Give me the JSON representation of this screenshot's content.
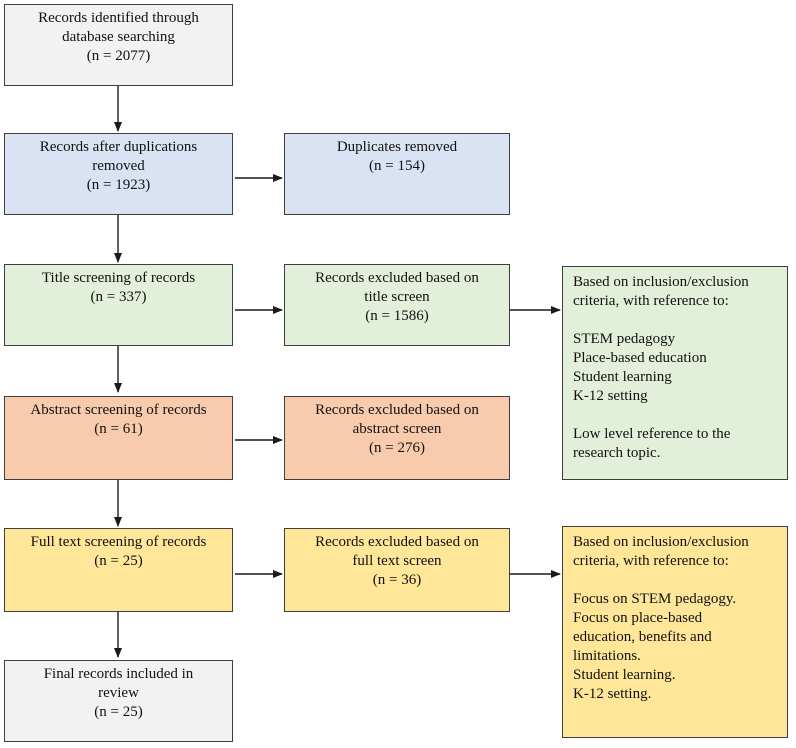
{
  "colors": {
    "gray": "#f2f2f2",
    "blue": "#dae3f3",
    "green": "#e2f0d9",
    "orange": "#f8cbad",
    "yellow": "#ffe699",
    "border": "#3f3f3f",
    "arrow": "#1a1a1a"
  },
  "boxes": {
    "identified": {
      "lines": [
        "Records identified through",
        "database searching",
        "(n = 2077)"
      ]
    },
    "after_duplicates": {
      "lines": [
        "Records after duplications",
        "removed",
        "(n = 1923)"
      ]
    },
    "duplicates_removed": {
      "lines": [
        "Duplicates removed",
        "(n = 154)"
      ]
    },
    "title_screening": {
      "lines": [
        "Title screening of records",
        "(n = 337)"
      ]
    },
    "title_excluded": {
      "lines": [
        "Records excluded based on",
        "title screen",
        "(n = 1586)"
      ]
    },
    "title_criteria": {
      "lines": [
        "Based on inclusion/exclusion",
        "criteria, with reference to:",
        "",
        "STEM pedagogy",
        "Place-based education",
        "Student learning",
        "K-12 setting",
        "",
        "Low level reference to the",
        "research topic."
      ]
    },
    "abstract_screening": {
      "lines": [
        "Abstract screening of records",
        "(n = 61)"
      ]
    },
    "abstract_excluded": {
      "lines": [
        "Records excluded based on",
        "abstract screen",
        "(n = 276)"
      ]
    },
    "fulltext_screening": {
      "lines": [
        "Full text screening of records",
        "(n = 25)"
      ]
    },
    "fulltext_excluded": {
      "lines": [
        "Records excluded based on",
        "full text screen",
        "(n = 36)"
      ]
    },
    "fulltext_criteria": {
      "lines": [
        "Based on inclusion/exclusion",
        "criteria, with reference to:",
        "",
        "Focus on STEM pedagogy.",
        "Focus on place-based",
        "education, benefits and",
        "limitations.",
        "Student learning.",
        "K-12 setting."
      ]
    },
    "final": {
      "lines": [
        "Final records included in",
        "review",
        "(n = 25)"
      ]
    }
  }
}
